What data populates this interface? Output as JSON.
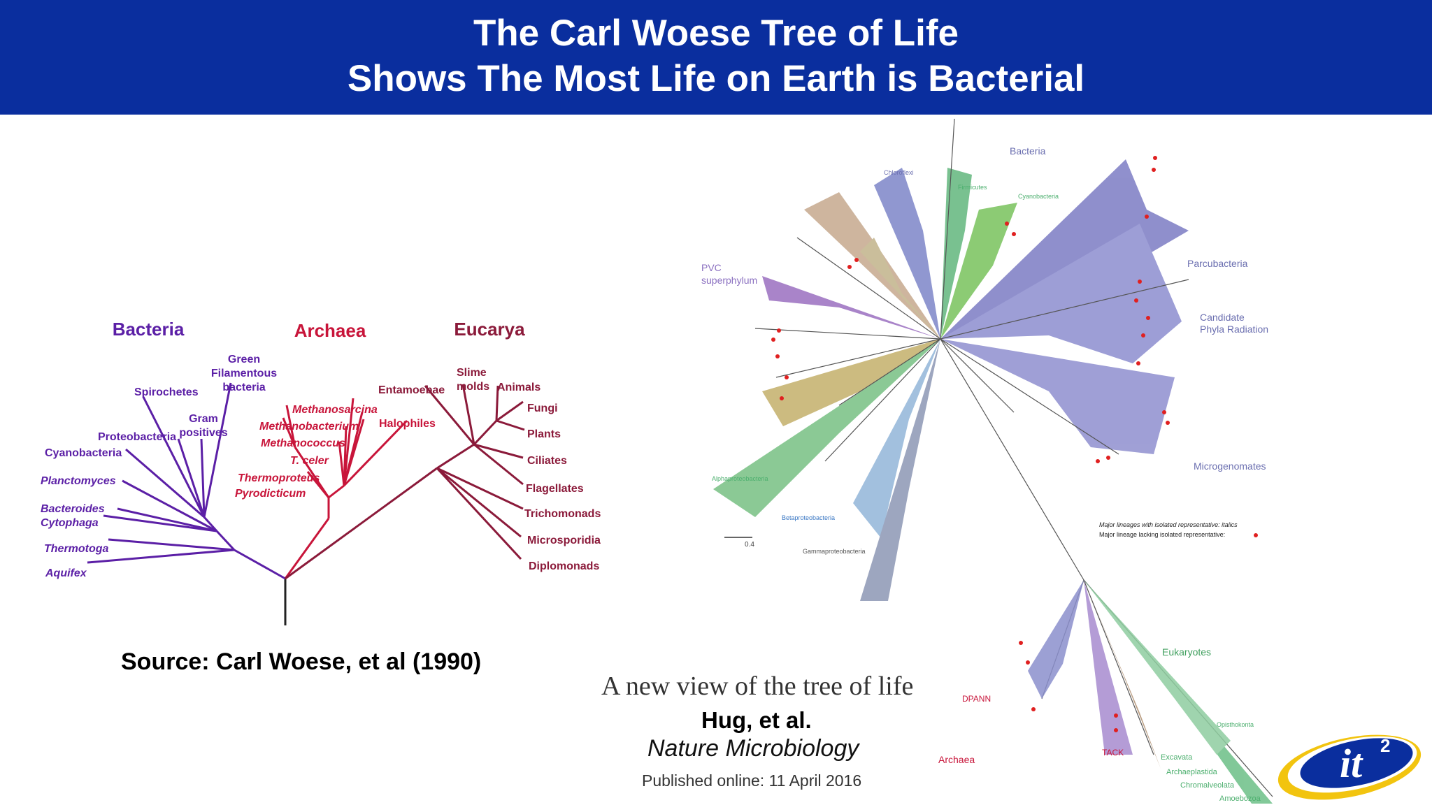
{
  "title": {
    "line1": "The Carl Woese Tree of Life",
    "line2": "Shows The Most Life on Earth is Bacterial"
  },
  "colors": {
    "banner": "#0a2e9e",
    "bacteria": "#5b1fa6",
    "archaea": "#c8153a",
    "eucarya": "#8b1a3a",
    "hug_bacteria": "#6f6fb8",
    "hug_green": "#4caf6e",
    "hug_red_dot": "#e02020"
  },
  "woese_tree": {
    "domains": {
      "bacteria": "Bacteria",
      "archaea": "Archaea",
      "eucarya": "Eucarya"
    },
    "bacteria_labels": {
      "green_filamentous": "Green\nFilamentous\nbacteria",
      "spirochetes": "Spirochetes",
      "gram_positives": "Gram\npositives",
      "proteobacteria": "Proteobacteria",
      "cyanobacteria": "Cyanobacteria",
      "planctomyces": "Planctomyces",
      "bacteroides": "Bacteroides",
      "cytophaga": "Cytophaga",
      "thermotoga": "Thermotoga",
      "aquifex": "Aquifex"
    },
    "archaea_labels": {
      "methanosarcina": "Methanosarcina",
      "methanobacterium": "Methanobacterium",
      "halophiles": "Halophiles",
      "methanococcus": "Methanococcus",
      "t_celer": "T. celer",
      "thermoproteus": "Thermoproteus",
      "pyrodicticum": "Pyrodicticum"
    },
    "eucarya_labels": {
      "entamoebae": "Entamoebae",
      "slime_molds": "Slime\nmolds",
      "animals": "Animals",
      "fungi": "Fungi",
      "plants": "Plants",
      "ciliates": "Ciliates",
      "flagellates": "Flagellates",
      "trichomonads": "Trichomonads",
      "microsporidia": "Microsporidia",
      "diplomonads": "Diplomonads"
    }
  },
  "source": "Source: Carl Woese, et al (1990)",
  "hug_tree": {
    "labels": {
      "bacteria": "Bacteria",
      "parcubacteria": "Parcubacteria",
      "cpr": "Candidate\nPhyla Radiation",
      "pvc": "PVC\nsuperphylum",
      "microgenomates": "Microgenomates",
      "eukaryotes": "Eukaryotes",
      "archaea": "Archaea",
      "dpann": "DPANN",
      "tack": "TACK",
      "cyanobacteria": "Cyanobacteria",
      "firmicutes": "Firmicutes",
      "chloroflexi": "Chloroflexi",
      "proteobacteria_alpha": "Alphaproteobacteria",
      "gamma": "Gammaproteobacteria",
      "beta": "Betaproteobacteria",
      "opisthokonta": "Opisthokonta",
      "excavata": "Excavata",
      "archaeplastida": "Archaeplastida",
      "chromalveolata": "Chromalveolata",
      "amoebozoa": "Amoebozoa",
      "scale": "0.4",
      "legend_line1": "Major lineages with isolated representative: italics",
      "legend_line2": "Major lineage lacking isolated representative:"
    }
  },
  "citation": {
    "heading": "A new view of the tree of life",
    "authors": "Hug, et al.",
    "journal": "Nature Microbiology",
    "published": "Published online:  11 April 2016"
  },
  "logo": {
    "text": "it",
    "superscript": "2"
  }
}
